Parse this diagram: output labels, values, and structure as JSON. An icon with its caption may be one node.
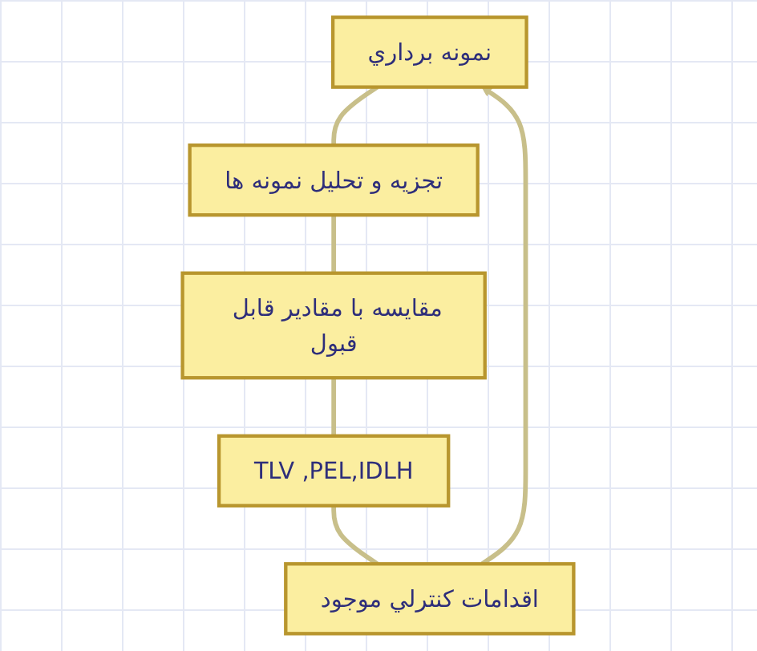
{
  "diagram": {
    "nodes": [
      {
        "text": [
          "نمونه برداري"
        ]
      },
      {
        "text": [
          "تجزيه و تحليل نمونه ها"
        ]
      },
      {
        "text": [
          "مقايسه با مقادير قابل قبول"
        ]
      },
      {
        "text": [
          "TLV ,PEL,IDLH"
        ]
      },
      {
        "text": [
          "اقدامات كنترلي موجود"
        ]
      }
    ],
    "edges": [
      {
        "from": 0,
        "to": 1,
        "arrow": "none"
      },
      {
        "from": 1,
        "to": 2,
        "arrow": "none"
      },
      {
        "from": 2,
        "to": 3,
        "arrow": "none"
      },
      {
        "from": 3,
        "to": 4,
        "arrow": "none"
      },
      {
        "from": 4,
        "to": 0,
        "arrow": "to"
      }
    ]
  }
}
